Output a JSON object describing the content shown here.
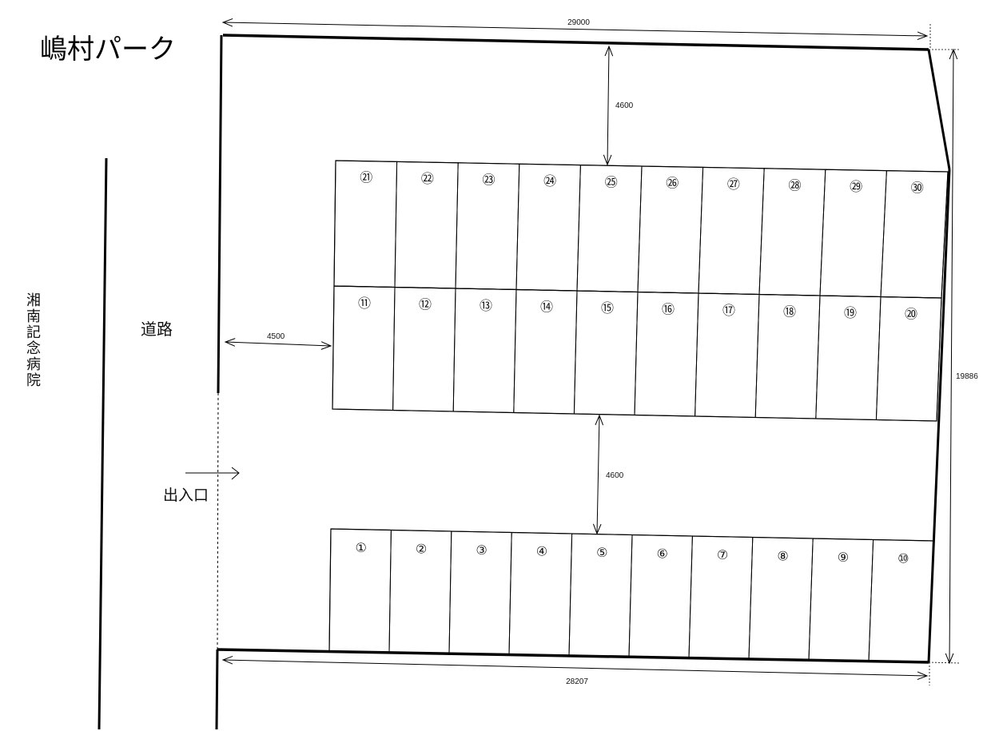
{
  "title": "嶋村パーク",
  "labels": {
    "road": "道路",
    "entrance": "出入口",
    "hospital": "湘南記念病院"
  },
  "dimensions": {
    "top_width": "29000",
    "bottom_width": "28207",
    "right_height": "19886",
    "top_aisle": "4600",
    "middle_aisle": "4600",
    "side_aisle": "4500"
  },
  "spaces": {
    "top_row": [
      "㉑",
      "㉒",
      "㉓",
      "㉔",
      "㉕",
      "㉖",
      "㉗",
      "㉘",
      "㉙",
      "㉚"
    ],
    "middle_row": [
      "⑪",
      "⑫",
      "⑬",
      "⑭",
      "⑮",
      "⑯",
      "⑰",
      "⑱",
      "⑲",
      "⑳"
    ],
    "bottom_row": [
      "①",
      "②",
      "③",
      "④",
      "⑤",
      "⑥",
      "⑦",
      "⑧",
      "⑨",
      "⑩"
    ]
  }
}
